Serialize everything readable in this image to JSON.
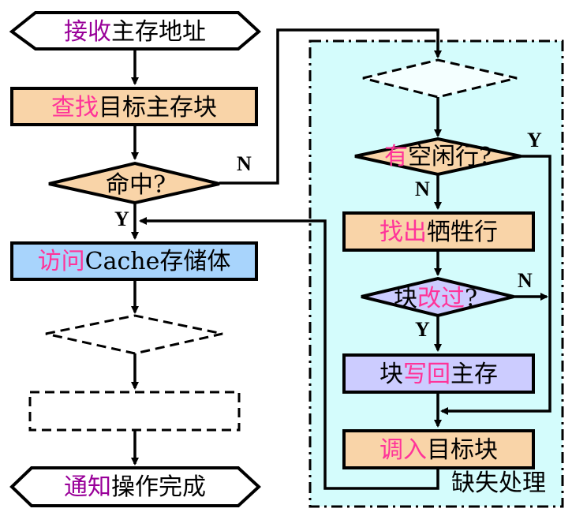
{
  "colors": {
    "accent_pink": "#ff3399",
    "accent_purple": "#990099",
    "text": "#000000",
    "peach_fill": "#f9d4a8",
    "blue_fill": "#a8d4fc",
    "lavender_fill": "#ccccff",
    "miss_region_fill": "#d4fcfc"
  },
  "nodes": {
    "receive": {
      "highlight": "接收",
      "rest": "主存地址",
      "highlight_color": "#990099"
    },
    "lookup": {
      "highlight": "查找",
      "rest": "目标主存块",
      "highlight_color": "#ff3399"
    },
    "hit": {
      "pre": "命中?",
      "label": "命中?"
    },
    "access": {
      "highlight": "访问",
      "rest": "Cache存储体",
      "highlight_color": "#ff3399"
    },
    "notify": {
      "highlight": "通知",
      "rest": "操作完成",
      "highlight_color": "#990099"
    },
    "has_free": {
      "highlight": "有",
      "rest": "空闲行?",
      "highlight_color": "#ff3399"
    },
    "find_victim": {
      "highlight": "找出",
      "rest": "牺牲行",
      "highlight_color": "#ff3399"
    },
    "modified": {
      "pre": "块",
      "highlight": "改过",
      "rest": "?",
      "highlight_color": "#ff3399"
    },
    "write_back": {
      "pre": "块",
      "highlight": "写回",
      "rest": "主存",
      "highlight_color": "#ff3399"
    },
    "load": {
      "highlight": "调入",
      "rest": "目标块",
      "highlight_color": "#ff3399"
    }
  },
  "edge_labels": {
    "hit_no": "N",
    "hit_yes": "Y",
    "free_yes": "Y",
    "free_no": "N",
    "modified_no": "N",
    "modified_yes": "Y"
  },
  "region": {
    "label": "缺失处理"
  }
}
